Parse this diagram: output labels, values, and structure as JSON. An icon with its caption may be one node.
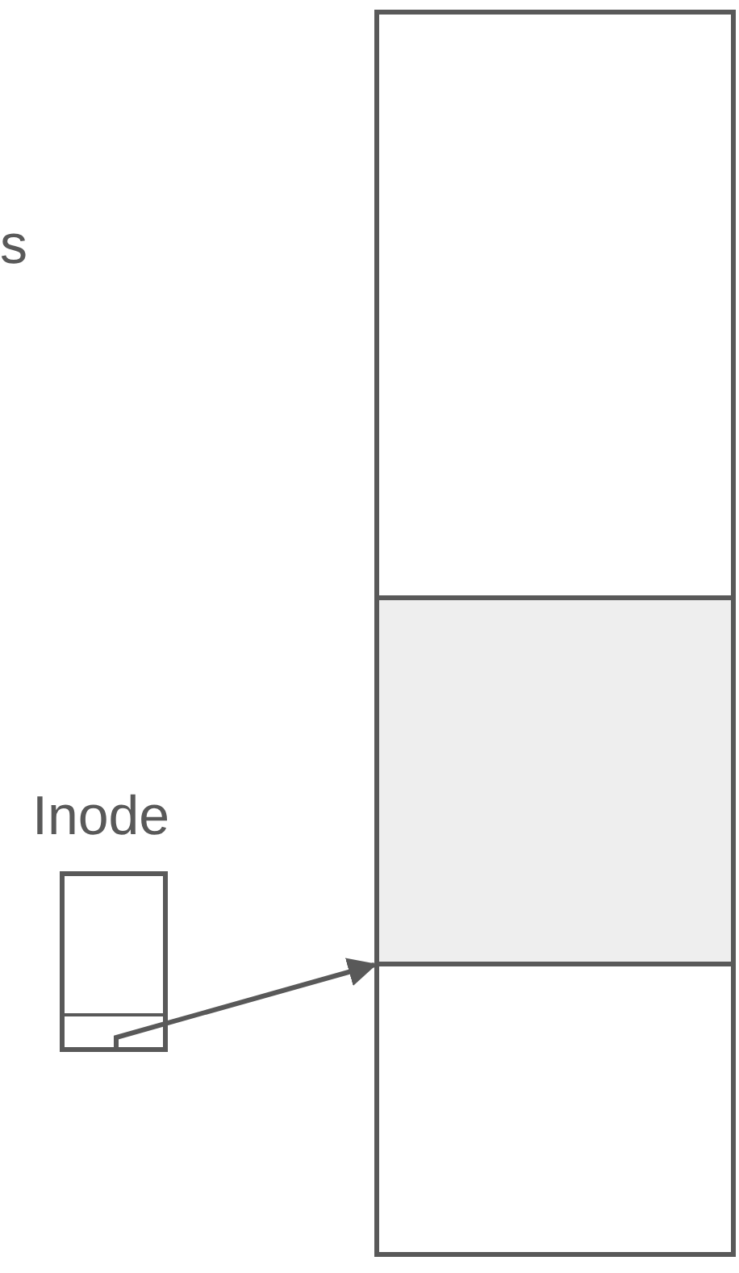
{
  "diagram": {
    "nodes": [
      {
        "text": [
          "Inode"
        ]
      },
      {
        "text": [],
        "shape": "box",
        "in": 0
      },
      {
        "text": [],
        "shape": "box"
      },
      {
        "text": [],
        "shape": "box"
      },
      {
        "text": [],
        "shape": "box"
      }
    ],
    "edges": [
      {
        "from": 1,
        "to": 3,
        "arrow": "to"
      }
    ],
    "labels": [
      "s"
    ]
  }
}
